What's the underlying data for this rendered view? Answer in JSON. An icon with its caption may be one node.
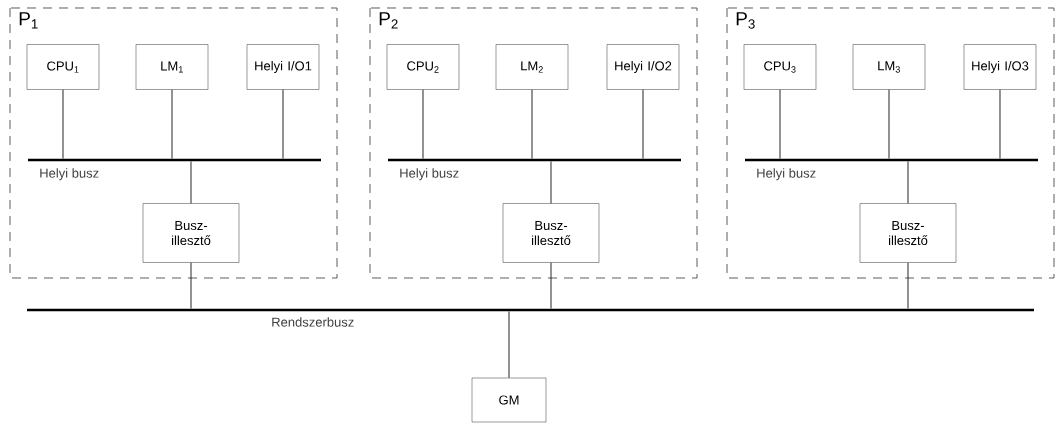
{
  "diagram": {
    "nodes": [
      {
        "text": [
          "P$_{1}$"
        ]
      },
      {
        "text": [
          "CPU$_{1}$"
        ],
        "in": 0
      },
      {
        "text": [
          "LM$_{1}$"
        ],
        "in": 0
      },
      {
        "text": [
          "Helyi I/O1"
        ],
        "in": 0
      },
      {
        "text": [
          "Helyi busz"
        ],
        "in": 0
      },
      {
        "text": [
          "Busz-illesztő"
        ],
        "in": 0
      },
      {
        "text": [
          "P$_{2}$"
        ]
      },
      {
        "text": [
          "CPU$_{2}$"
        ],
        "in": 6
      },
      {
        "text": [
          "LM$_{2}$"
        ],
        "in": 6
      },
      {
        "text": [
          "Helyi I/O2"
        ],
        "in": 6
      },
      {
        "text": [
          "Helyi busz"
        ],
        "in": 6
      },
      {
        "text": [
          "Busz-illesztő"
        ],
        "in": 6
      },
      {
        "text": [
          "P$_{3}$"
        ]
      },
      {
        "text": [
          "CPU$_{3}$"
        ],
        "in": 12
      },
      {
        "text": [
          "LM$_{3}$"
        ],
        "in": 12
      },
      {
        "text": [
          "Helyi I/O3"
        ],
        "in": 12
      },
      {
        "text": [
          "Helyi busz"
        ],
        "in": 12
      },
      {
        "text": [
          "Busz-illesztő"
        ],
        "in": 12
      },
      {
        "text": [
          "Rendszerbusz"
        ]
      },
      {
        "text": [
          "GM"
        ]
      }
    ],
    "edges": [
      {
        "from": 1,
        "to": 4,
        "arrow": "none"
      },
      {
        "from": 2,
        "to": 4,
        "arrow": "none"
      },
      {
        "from": 3,
        "to": 4,
        "arrow": "none"
      },
      {
        "from": 5,
        "to": 4,
        "arrow": "none"
      },
      {
        "from": 5,
        "to": 18,
        "arrow": "none"
      },
      {
        "from": 7,
        "to": 10,
        "arrow": "none"
      },
      {
        "from": 8,
        "to": 10,
        "arrow": "none"
      },
      {
        "from": 9,
        "to": 10,
        "arrow": "none"
      },
      {
        "from": 11,
        "to": 10,
        "arrow": "none"
      },
      {
        "from": 11,
        "to": 18,
        "arrow": "none"
      },
      {
        "from": 13,
        "to": 16,
        "arrow": "none"
      },
      {
        "from": 14,
        "to": 16,
        "arrow": "none"
      },
      {
        "from": 15,
        "to": 16,
        "arrow": "none"
      },
      {
        "from": 17,
        "to": 16,
        "arrow": "none"
      },
      {
        "from": 17,
        "to": 18,
        "arrow": "none"
      },
      {
        "from": 19,
        "to": 18,
        "arrow": "none"
      }
    ]
  }
}
